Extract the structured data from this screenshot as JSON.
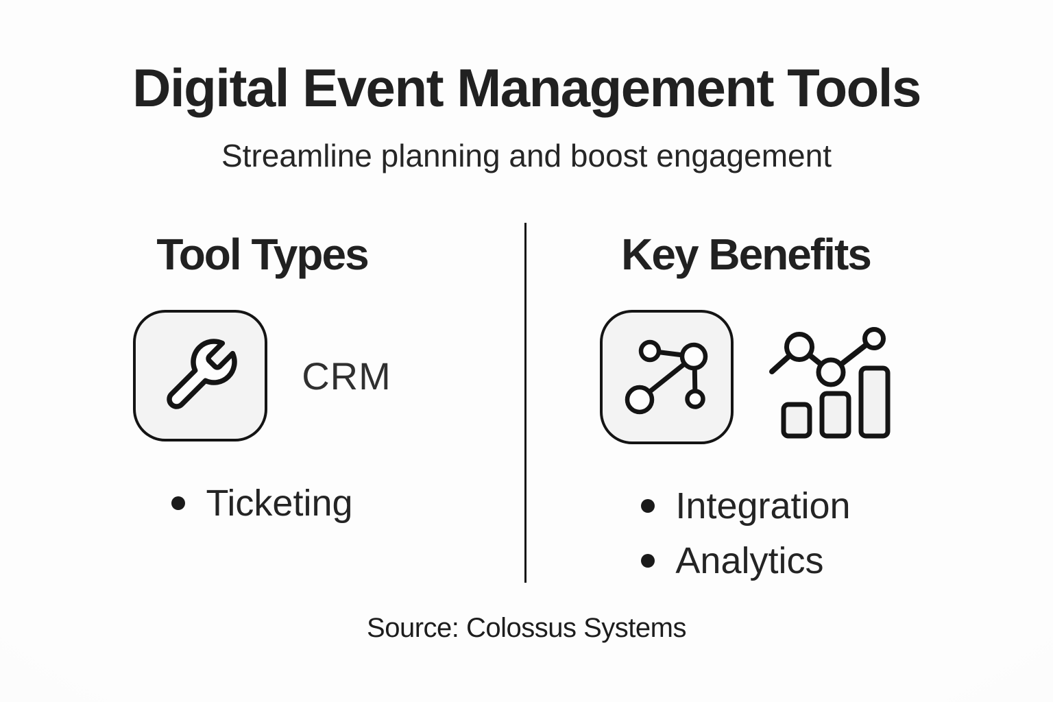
{
  "page": {
    "title": "Digital Event Management Tools",
    "subtitle": "Streamline planning and boost engagement",
    "source": "Source: Colossus Systems"
  },
  "columns": {
    "left": {
      "heading": "Tool Types",
      "icon": "wrench-icon",
      "icon_label": "CRM",
      "bullets": [
        "Ticketing"
      ]
    },
    "right": {
      "heading": "Key Benefits",
      "icons": [
        "network-nodes-icon",
        "trend-bar-chart-icon"
      ],
      "bullets": [
        "Integration",
        "Analytics"
      ]
    }
  },
  "colors": {
    "background": "#fdfdfd",
    "text": "#242424",
    "stroke": "#141414",
    "icon_box_fill": "#f3f3f3"
  }
}
